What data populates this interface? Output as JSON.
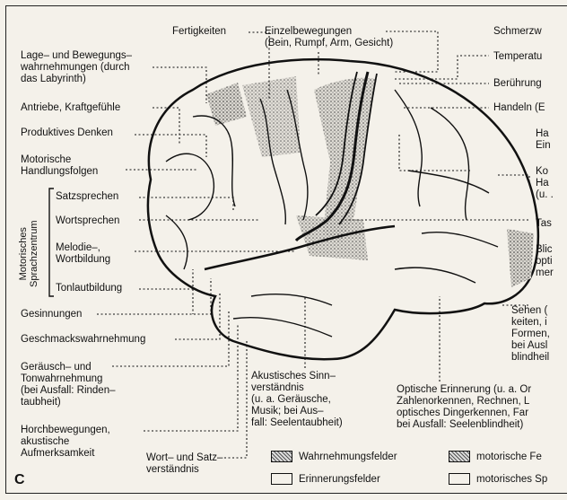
{
  "figure_letter": "C",
  "labels": {
    "fertigkeiten": "Fertigkeiten",
    "einzelbewegungen": "Einzelbewegungen\n(Bein, Rumpf, Arm, Gesicht)",
    "schmerz": "Schmerzw",
    "temperatur": "Temperatu",
    "beruehrung": "Berührung",
    "handeln": "Handeln (E",
    "lage": "Lage– und Bewegungs–\nwahrnehmungen (durch\ndas Labyrinth)",
    "antriebe": "Antriebe, Kraftgefühle",
    "produktives": "Produktives Denken",
    "motorische_hf": "Motorische\nHandlungsfolgen",
    "satzsprechen": "Satzsprechen",
    "wortsprechen": "Wortsprechen",
    "melodie": "Melodie–,\nWortbildung",
    "tonlaut": "Tonlautbildung",
    "sprachzentrum": "Motorisches\nSprachzentrum",
    "gesinnungen": "Gesinnungen",
    "geschmack": "Geschmackswahrnehmung",
    "geraeusch": "Geräusch– und\nTonwahrnehmung\n(bei Ausfall: Rinden–\ntaubheit)",
    "horch": "Horchbewegungen,\nakustische\nAufmerksamkeit",
    "wort_satz": "Wort– und Satz–\nverständnis",
    "akustisch": "Akustisches Sinn–\nverständnis\n(u. a. Geräusche,\nMusik; bei Aus–\nfall: Seelentaubheit)",
    "optisch": "Optische Erinnerung (u. a. Or\nZahlenorkennen, Rechnen, L\noptisches Dingerkennen, Far\nbei Ausfall: Seelenblindheit)",
    "han_ein": "Ha\nEin",
    "ko_ha": "Ko\nHa\n(u. .",
    "tas": "Tas",
    "blic": "Blic\nopti\nmer",
    "sehen": "Sehen (\nkeiten, i\nFormen,\nbei Ausl\nblindheil"
  },
  "legend": {
    "wahrnehmung": "Wahrnehmungsfelder",
    "motorische_fe": "motorische Fe",
    "erinnerung": "Erinnerungsfelder",
    "motorische_sp": "motorisches Sp"
  }
}
